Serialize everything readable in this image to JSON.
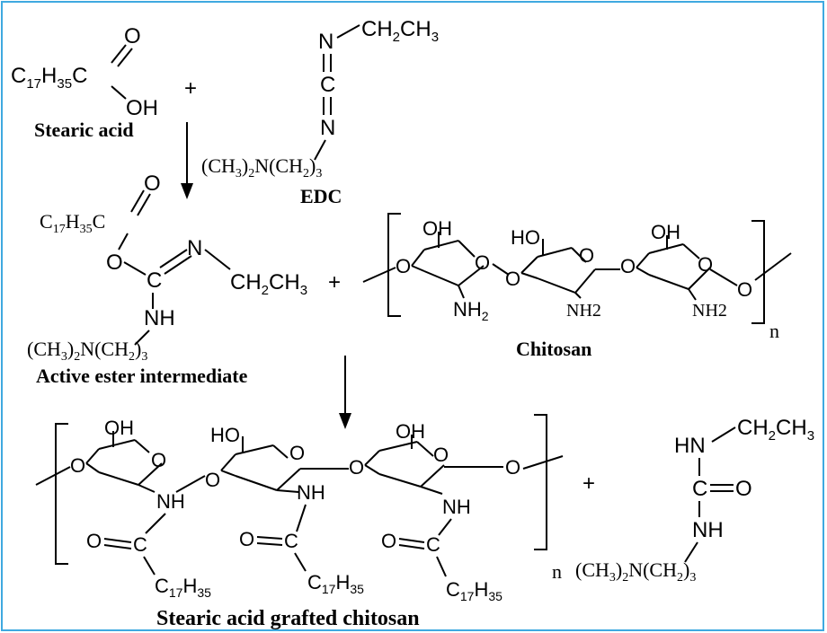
{
  "labels": {
    "stearic_acid": "Stearic acid",
    "edc": "EDC",
    "active_ester": "Active ester intermediate",
    "chitosan": "Chitosan",
    "product": "Stearic acid grafted chitosan",
    "plus": "+",
    "n": "n"
  },
  "atoms": {
    "O": "O",
    "OH": "OH",
    "N": "N",
    "C": "C",
    "NH": "NH",
    "HN": "HN",
    "NH2_alt": "NH2"
  },
  "groups": {
    "c17": "C",
    "c17_sub": "17",
    "h35": "H",
    "h35_sub": "35",
    "ethyl": "CH",
    "ethyl_sub": "2",
    "ethyl_end": "CH",
    "ethyl_end_sub": "3",
    "dma_open": "(CH",
    "dma_sub1": "3",
    "dma_mid": ")",
    "dma_sub2": "2",
    "dma_n": "N(CH",
    "dma_sub3": "2",
    "dma_close": ")",
    "dma_sub4": "3",
    "nh2_main": "NH",
    "nh2_sub": "2"
  },
  "colors": {
    "border": "#3fa9e0",
    "ink": "#000000"
  }
}
